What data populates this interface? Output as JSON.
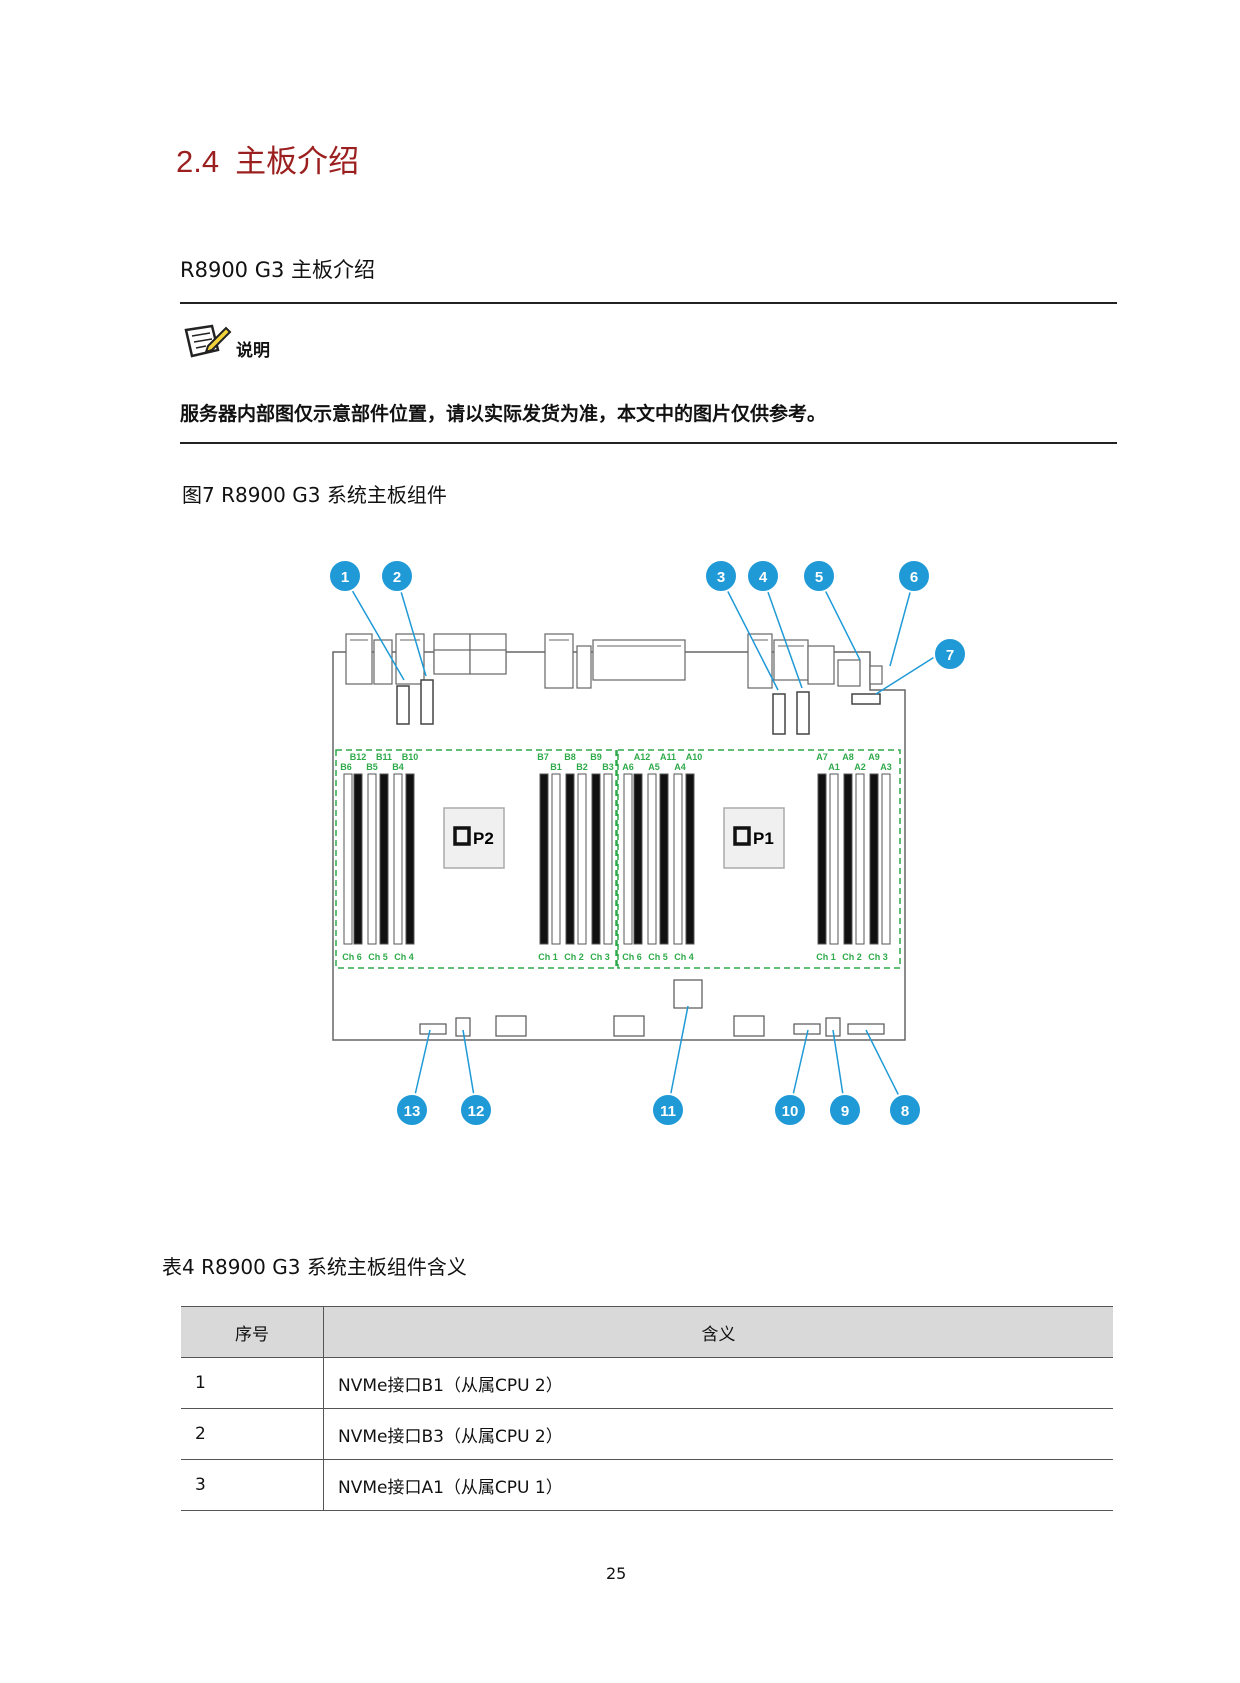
{
  "section": {
    "number": "2.4",
    "title": "主板介绍"
  },
  "subtitle": "R8900 G3 主板介绍",
  "note": {
    "label": "说明",
    "text": "服务器内部图仅示意部件位置，请以实际发货为准，本文中的图片仅供参考。"
  },
  "figure": {
    "caption": "图7  R8900 G3 系统主板组件",
    "callouts": [
      "1",
      "2",
      "3",
      "4",
      "5",
      "6",
      "7",
      "8",
      "9",
      "10",
      "11",
      "12",
      "13"
    ],
    "processors": [
      "P2",
      "P1"
    ],
    "slot_labels": {
      "p2_left_top": [
        "B12",
        "B11",
        "B10"
      ],
      "p2_left_bottom": [
        "B6",
        "B5",
        "B4"
      ],
      "p2_right_top": [
        "B7",
        "B8",
        "B9"
      ],
      "p2_right_bottom": [
        "B1",
        "B2",
        "B3"
      ],
      "p1_left_top": [
        "A12",
        "A11",
        "A10"
      ],
      "p1_left_bottom": [
        "A6",
        "A5",
        "A4"
      ],
      "p1_right_top": [
        "A7",
        "A8",
        "A9"
      ],
      "p1_right_bottom": [
        "A1",
        "A2",
        "A3"
      ]
    },
    "channel_labels": {
      "p2_left": [
        "Ch 6",
        "Ch 5",
        "Ch 4"
      ],
      "p2_right": [
        "Ch 1",
        "Ch 2",
        "Ch 3"
      ],
      "p1_left": [
        "Ch 6",
        "Ch 5",
        "Ch 4"
      ],
      "p1_right": [
        "Ch 1",
        "Ch 2",
        "Ch 3"
      ]
    }
  },
  "table": {
    "caption": "表4  R8900 G3 系统主板组件含义",
    "headers": [
      "序号",
      "含义"
    ],
    "rows": [
      [
        "1",
        "NVMe接口B1（从属CPU 2）"
      ],
      [
        "2",
        "NVMe接口B3（从属CPU 2）"
      ],
      [
        "3",
        "NVMe接口A1（从属CPU 1）"
      ]
    ]
  },
  "page_number": "25",
  "colors": {
    "heading": "#9c1f1f",
    "callout": "#1f9ad6",
    "dimm_frame": "#2eaa4a"
  }
}
